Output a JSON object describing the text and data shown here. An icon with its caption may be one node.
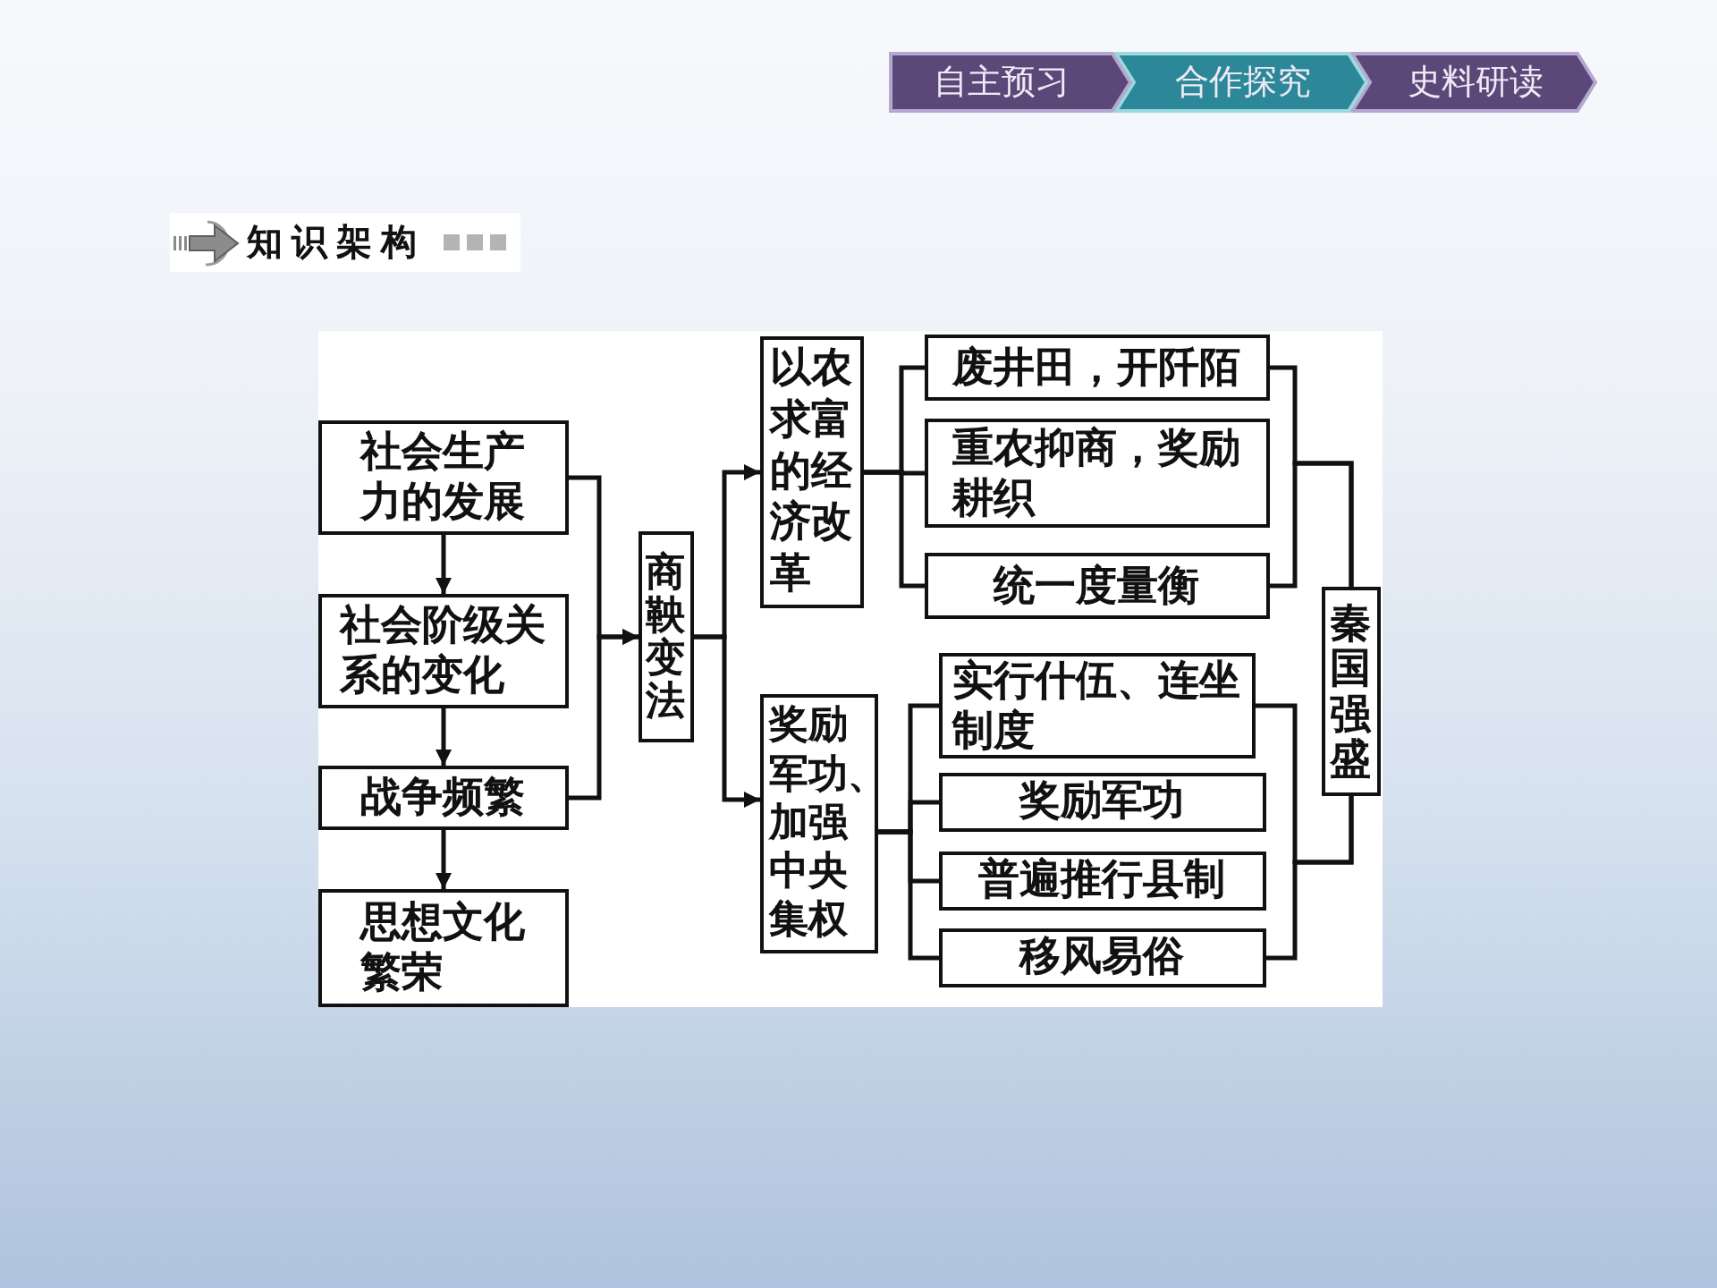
{
  "diagram": {
    "title": "知识架构",
    "nodes": [
      {
        "text": [
          "自主预习"
        ]
      },
      {
        "text": [
          "合作探究"
        ]
      },
      {
        "text": [
          "史料研读"
        ]
      },
      {
        "text": [
          "社会生产力的发展"
        ]
      },
      {
        "text": [
          "社会阶级关系的变化"
        ]
      },
      {
        "text": [
          "战争频繁"
        ]
      },
      {
        "text": [
          "思想文化繁荣"
        ]
      },
      {
        "text": [
          "商鞅变法"
        ]
      },
      {
        "text": [
          "以农求富的经济改革"
        ]
      },
      {
        "text": [
          "奖励军功、加强中央集权"
        ]
      },
      {
        "text": [
          "废井田，开阡陌"
        ]
      },
      {
        "text": [
          "重农抑商，奖励耕织"
        ]
      },
      {
        "text": [
          "统一度量衡"
        ]
      },
      {
        "text": [
          "实行什伍、连坐制度"
        ]
      },
      {
        "text": [
          "奖励军功"
        ]
      },
      {
        "text": [
          "普遍推行县制"
        ]
      },
      {
        "text": [
          "移风易俗"
        ]
      },
      {
        "text": [
          "秦国强盛"
        ]
      }
    ],
    "edges": [
      {
        "from": 3,
        "to": 4,
        "arrow": "to"
      },
      {
        "from": 4,
        "to": 5,
        "arrow": "to"
      },
      {
        "from": 5,
        "to": 6,
        "arrow": "to"
      },
      {
        "from": 3,
        "to": 7,
        "arrow": "to"
      },
      {
        "from": 5,
        "to": 7,
        "arrow": "to"
      },
      {
        "from": 7,
        "to": 8,
        "arrow": "to"
      },
      {
        "from": 7,
        "to": 9,
        "arrow": "to"
      },
      {
        "from": 8,
        "to": 10,
        "arrow": "none"
      },
      {
        "from": 8,
        "to": 11,
        "arrow": "none"
      },
      {
        "from": 8,
        "to": 12,
        "arrow": "none"
      },
      {
        "from": 9,
        "to": 13,
        "arrow": "none"
      },
      {
        "from": 9,
        "to": 14,
        "arrow": "none"
      },
      {
        "from": 9,
        "to": 15,
        "arrow": "none"
      },
      {
        "from": 9,
        "to": 16,
        "arrow": "none"
      },
      {
        "from": 10,
        "to": 17,
        "arrow": "none"
      },
      {
        "from": 12,
        "to": 17,
        "arrow": "none"
      },
      {
        "from": 13,
        "to": 17,
        "arrow": "none"
      },
      {
        "from": 16,
        "to": 17,
        "arrow": "none"
      }
    ]
  }
}
